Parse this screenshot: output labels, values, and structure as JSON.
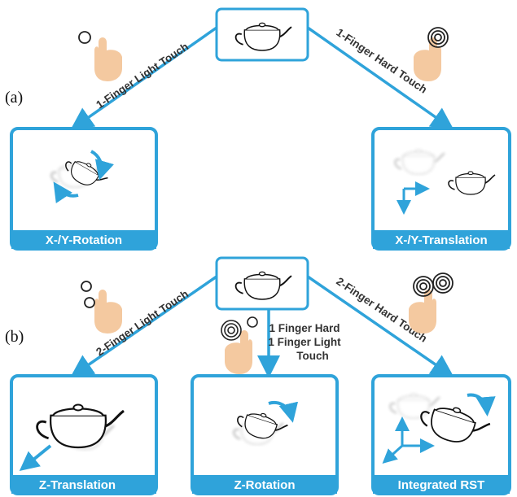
{
  "colors": {
    "accent": "#2fa3da",
    "skin": "#f4c9a0",
    "ink": "#111111"
  },
  "part_labels": [
    "(a)",
    "(b)"
  ],
  "section_a": {
    "edges": [
      "1-Finger Light Touch",
      "1-Finger Hard Touch"
    ],
    "panels": [
      "X-/Y-Rotation",
      "X-/Y-Translation"
    ]
  },
  "section_b": {
    "edges": [
      "2-Finger Light Touch",
      "2-Finger Hard Touch"
    ],
    "middle_edge": [
      "1 Finger Hard",
      "1 Finger Light",
      "Touch"
    ],
    "panels": [
      "Z-Translation",
      "Z-Rotation",
      "Integrated RST"
    ]
  },
  "icons": [
    "hand-light-touch-icon",
    "hand-hard-touch-icon",
    "teapot-icon",
    "rotate-arrow-icon",
    "axis-arrows-icon"
  ]
}
